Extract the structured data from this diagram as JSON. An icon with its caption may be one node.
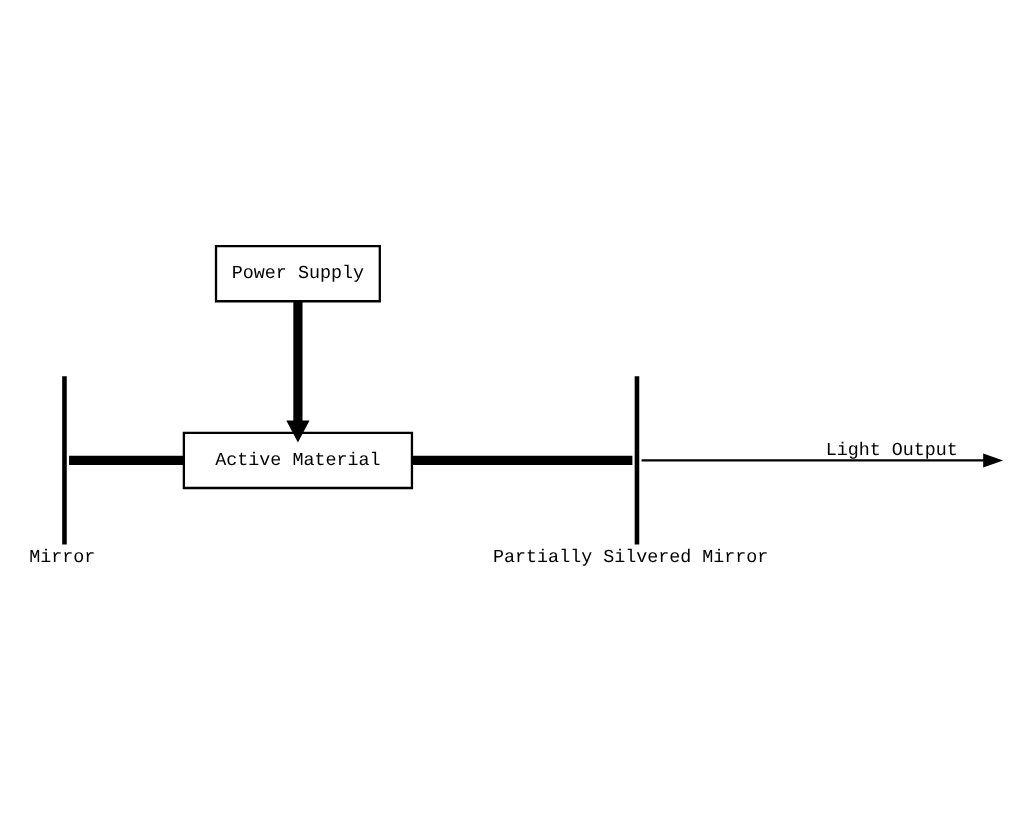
{
  "diagram": {
    "nodes": [
      {
        "text": [
          "Power Supply"
        ]
      },
      {
        "text": [
          "Active Material"
        ]
      },
      {
        "text": [
          "Mirror"
        ]
      },
      {
        "text": [
          "Partially Silvered Mirror"
        ]
      }
    ],
    "edges": [
      {
        "from": 0,
        "to": 1,
        "arrow": "to"
      },
      {
        "from": 2,
        "to": 1,
        "arrow": "none"
      },
      {
        "from": 1,
        "to": 3,
        "arrow": "none"
      },
      {
        "from": 3,
        "to": null,
        "arrow": "to",
        "label": "Light Output"
      }
    ]
  }
}
